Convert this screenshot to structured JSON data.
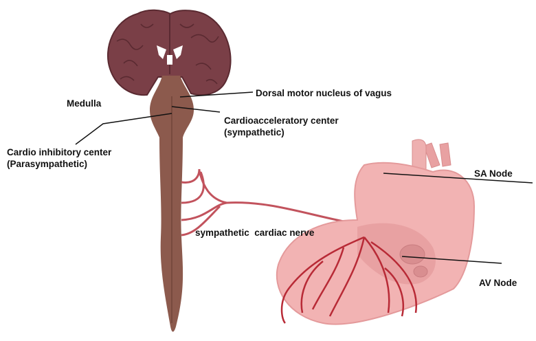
{
  "labels": {
    "medulla": "Medulla",
    "dorsal_motor": "Dorsal motor nucleus of vagus",
    "cardioacc_1": "Cardioacceleratory center",
    "cardioacc_2": "(sympathetic)",
    "cardioinh_1": "Cardio inhibitory center",
    "cardioinh_2": "(Parasympathetic)",
    "sa_node": "SA Node",
    "av_node": "AV Node",
    "symp_nerve": "sympathetic  cardiac nerve"
  },
  "colors": {
    "brain": "#7a3f47",
    "brain_stroke": "#5a2a31",
    "cord": "#8c5a4d",
    "nerve": "#c2535d",
    "heart": "#f2b3b3",
    "heart_dark": "#e49a9b",
    "vessel": "#b82a36",
    "leader": "#111111"
  }
}
